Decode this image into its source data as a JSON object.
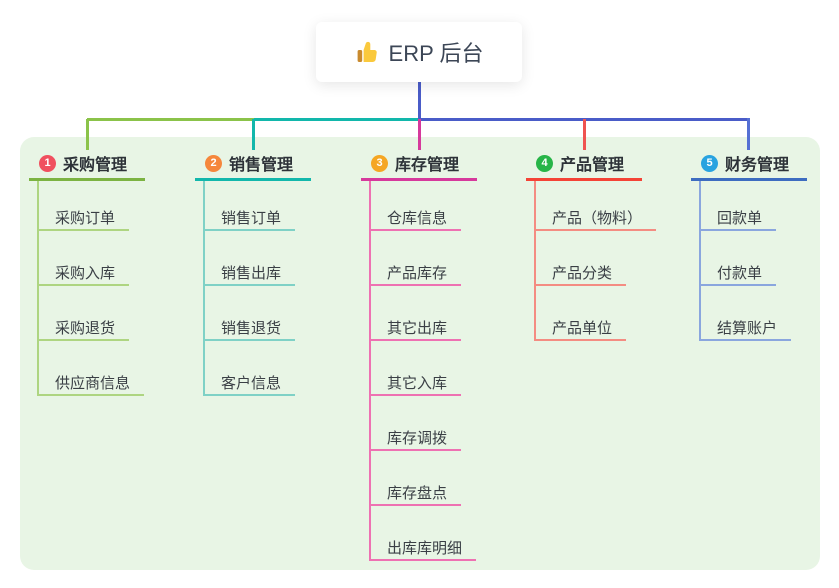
{
  "root": {
    "label": "ERP 后台",
    "icon": "thumbs-up-icon"
  },
  "branches": [
    {
      "index": "1",
      "label": "采购管理",
      "badge_color": "#f0505f",
      "line_color": "#7cb342",
      "child_line_color": "#aed581",
      "children": [
        "采购订单",
        "采购入库",
        "采购退货",
        "供应商信息"
      ]
    },
    {
      "index": "2",
      "label": "销售管理",
      "badge_color": "#f5873c",
      "line_color": "#12b7ab",
      "child_line_color": "#7fd1c6",
      "children": [
        "销售订单",
        "销售出库",
        "销售退货",
        "客户信息"
      ]
    },
    {
      "index": "3",
      "label": "库存管理",
      "badge_color": "#f5a623",
      "line_color": "#d6399c",
      "child_line_color": "#ee71b2",
      "children": [
        "仓库信息",
        "产品库存",
        "其它出库",
        "其它入库",
        "库存调拨",
        "库存盘点",
        "出库库明细"
      ]
    },
    {
      "index": "4",
      "label": "产品管理",
      "badge_color": "#27b548",
      "line_color": "#f44336",
      "child_line_color": "#f48c82",
      "children": [
        "产品（物料）",
        "产品分类",
        "产品单位"
      ]
    },
    {
      "index": "5",
      "label": "财务管理",
      "badge_color": "#29a3e0",
      "line_color": "#3d6cc0",
      "child_line_color": "#8aa6de",
      "children": [
        "回款单",
        "付款单",
        "结算账户"
      ]
    }
  ],
  "colors": {
    "background": "#ffffff",
    "panel_background": "#e8f5e5",
    "root_connector": "#4a5cc8",
    "branch4_drop": "#ef5350",
    "branch5_drop": "#5570d4",
    "label_text": "#2d3238",
    "child_text": "#3a3f45",
    "root_text": "#3c4656"
  }
}
